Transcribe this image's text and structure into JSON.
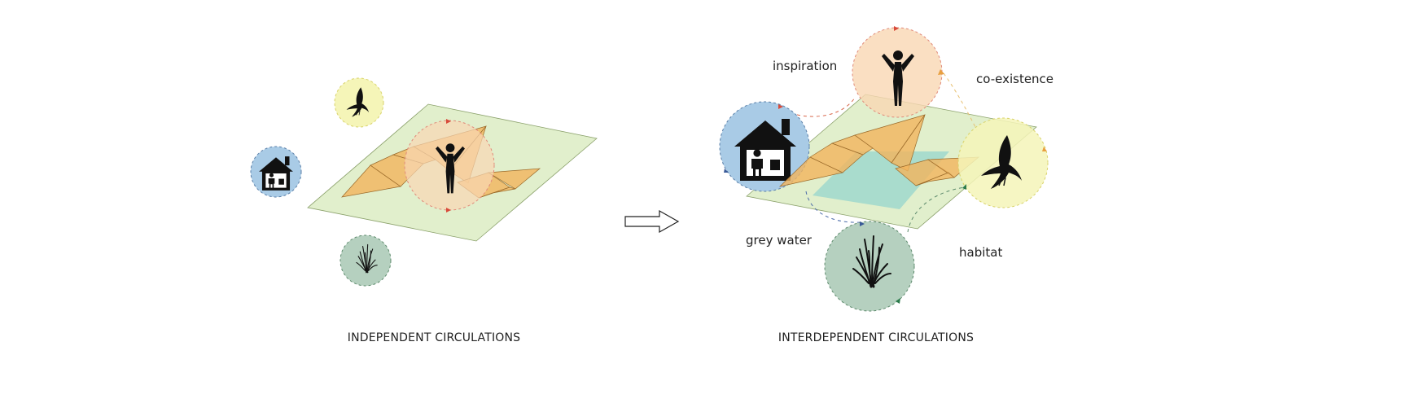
{
  "left_panel": {
    "caption": "INDEPENDENT CIRCULATIONS"
  },
  "right_panel": {
    "caption": "INTERDEPENDENT CIRCULATIONS",
    "labels": {
      "inspiration": "inspiration",
      "co_existence": "co-existence",
      "grey_water": "grey water",
      "habitat": "habitat"
    }
  },
  "icons": [
    "house-icon",
    "person-icon",
    "bird-icon",
    "reeds-icon",
    "arrow-icon"
  ],
  "colors": {
    "ground_plane": "#e1efcc",
    "roof_folds": "#f2b45c",
    "person_circle": "#f9d7b3",
    "house_circle": "#a9cbe6",
    "bird_circle": "#f5f5b8",
    "reeds_circle": "#b5d0bf",
    "water": "#9fd8cd"
  }
}
